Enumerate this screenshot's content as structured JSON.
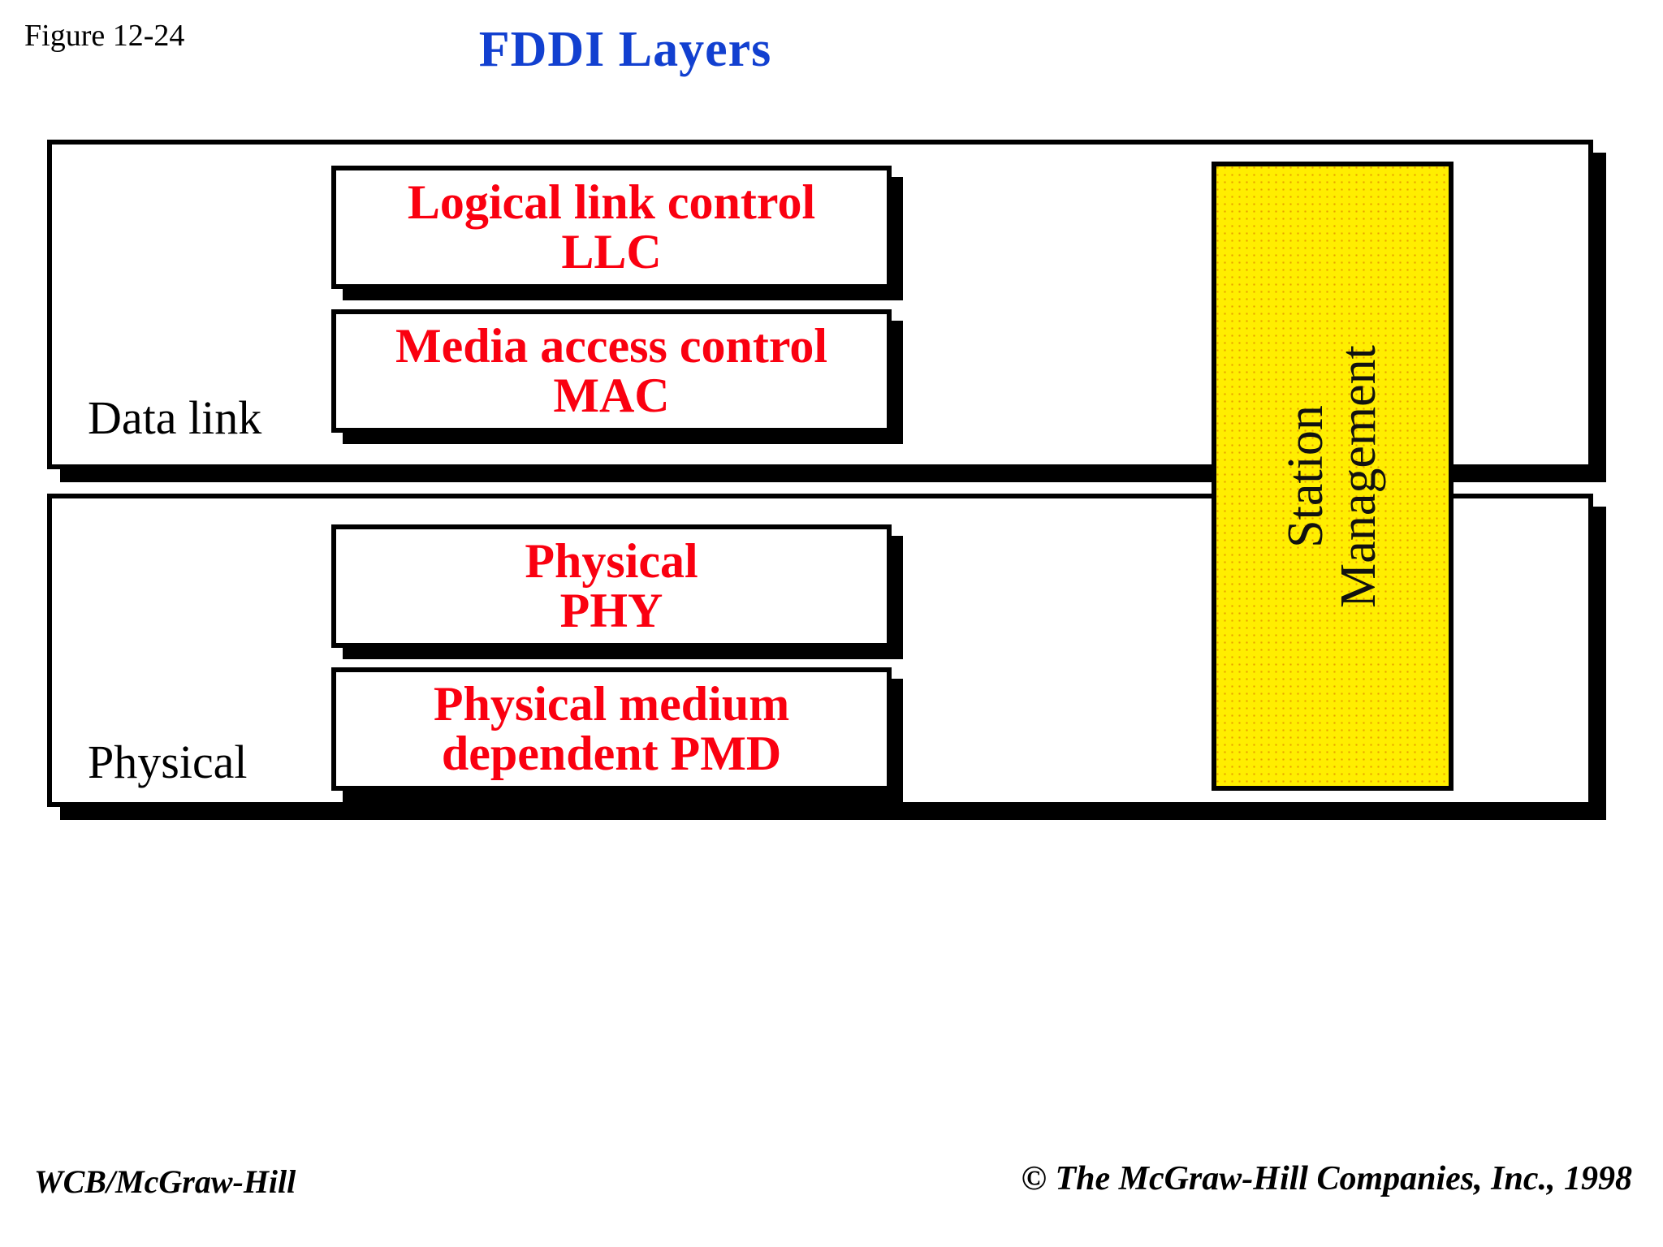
{
  "header": {
    "figure_number": "Figure 12-24",
    "title": "FDDI Layers",
    "title_color": "#1240d0"
  },
  "colors": {
    "box_text": "#fa0010",
    "layer_label": "#000000",
    "station_fill": "#ffee00",
    "station_dots": "#e8a000",
    "border": "#000000"
  },
  "diagram": {
    "layers": [
      {
        "name": "data-link",
        "label": "Data link",
        "boxes": [
          {
            "name": "llc",
            "lines": [
              "Logical link control",
              "LLC"
            ]
          },
          {
            "name": "mac",
            "lines": [
              "Media access control",
              "MAC"
            ]
          }
        ]
      },
      {
        "name": "physical",
        "label": "Physical",
        "boxes": [
          {
            "name": "phy",
            "lines": [
              "Physical",
              "PHY"
            ]
          },
          {
            "name": "pmd",
            "lines": [
              "Physical medium",
              "dependent PMD"
            ]
          }
        ]
      }
    ],
    "station_management": {
      "lines": [
        "Station",
        "Management"
      ]
    }
  },
  "footer": {
    "left": "WCB/McGraw-Hill",
    "right": "© The McGraw-Hill Companies, Inc., 1998"
  }
}
